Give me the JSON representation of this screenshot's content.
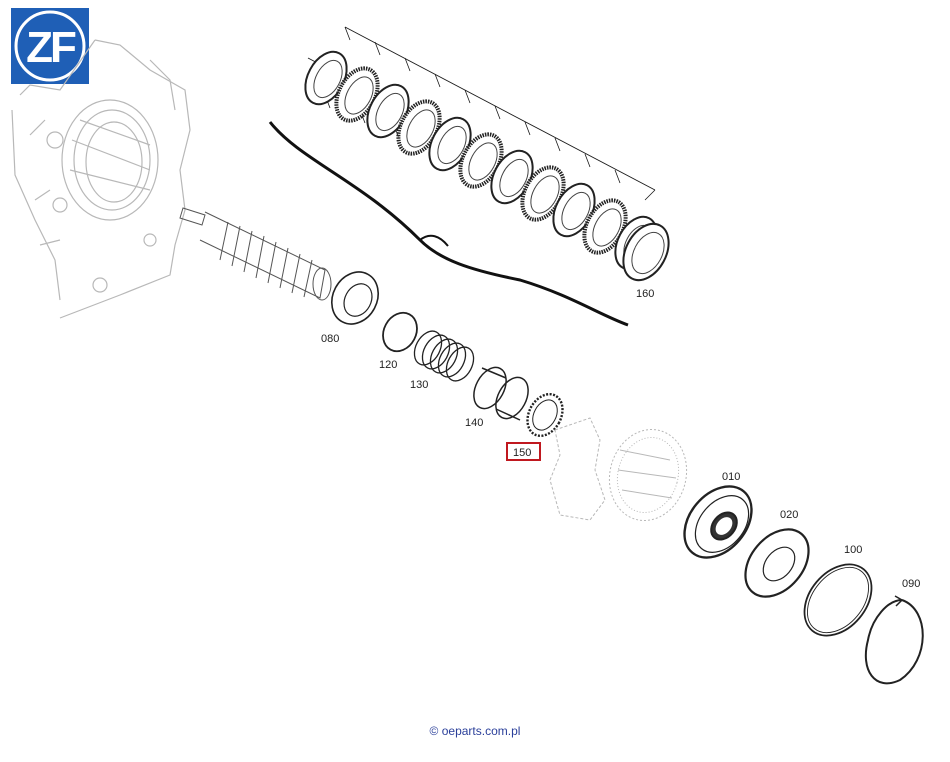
{
  "brand": {
    "logo_text": "ZF",
    "logo_color": "#1f5fb6"
  },
  "parts": [
    {
      "id": "080"
    },
    {
      "id": "120"
    },
    {
      "id": "130"
    },
    {
      "id": "140"
    },
    {
      "id": "150",
      "highlighted": true
    },
    {
      "id": "160"
    },
    {
      "id": "010"
    },
    {
      "id": "020"
    },
    {
      "id": "100"
    },
    {
      "id": "090"
    }
  ],
  "highlight_color": "#c0181f",
  "footer": {
    "copyright": "© oeparts.com.pl"
  }
}
